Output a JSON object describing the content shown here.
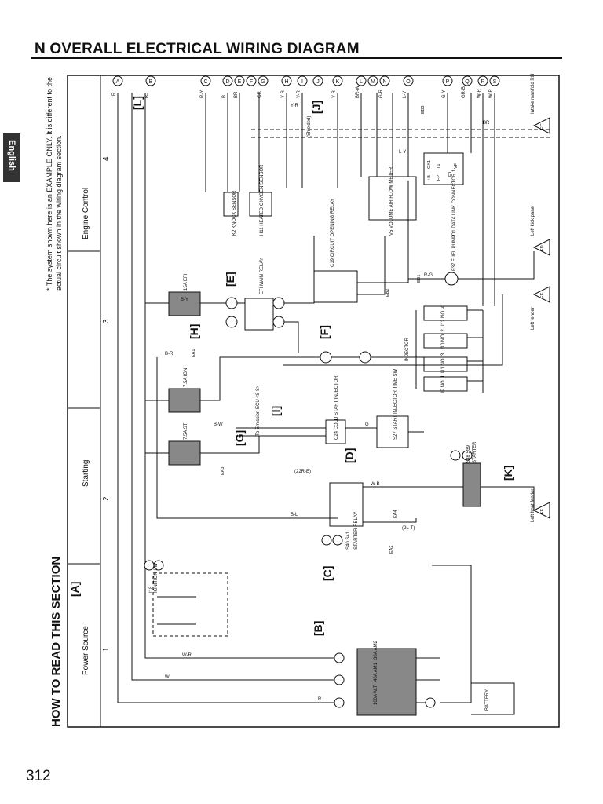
{
  "header": {
    "title": "N  OVERALL ELECTRICAL WIRING DIAGRAM",
    "page_number": "312",
    "language_tab": "English"
  },
  "section": {
    "title": "HOW TO READ THIS SECTION",
    "note_line1": "* The system shown here is an EXAMPLE ONLY. It is different to the",
    "note_line2": "actual circuit shown in the wiring diagram section."
  },
  "system_labels": {
    "power_source": "Power Source",
    "starting": "Starting",
    "engine_control": "Engine Control"
  },
  "grid_numbers": [
    "1",
    "2",
    "3",
    "4"
  ],
  "callouts": [
    "[A]",
    "[B]",
    "[C]",
    "[D]",
    "[E]",
    "[F]",
    "[G]",
    "[H]",
    "[I]",
    "[J]",
    "[K]",
    "[L]"
  ],
  "top_connectors": [
    "A",
    "B",
    "C",
    "D",
    "E",
    "F",
    "G",
    "H",
    "I",
    "J",
    "K",
    "L",
    "M",
    "N",
    "O",
    "P",
    "Q",
    "R",
    "S"
  ],
  "top_wire_colors": [
    "R",
    "B-L",
    "R-Y",
    "B",
    "BR",
    "GR",
    "Y-R",
    "Y-R",
    "Y-R",
    "BR-W",
    "G-R",
    "L-Y",
    "G-Y",
    "GR-B",
    "W-R",
    "W-R"
  ],
  "fuses": [
    {
      "label": "30A AM2"
    },
    {
      "label": "40A AM1"
    },
    {
      "label": "100A ALT"
    },
    {
      "label": "7.5A ST"
    },
    {
      "label": "7.5A IGN"
    },
    {
      "label": "15A EFI"
    }
  ],
  "components": {
    "battery": "BATTERY",
    "ignition_sw": "IGNITION SW",
    "ignition_sw_id": "I18",
    "starter_relay": "STARTER RELAY",
    "starter_relay_ids": "S40  S41",
    "starter": "STARTER",
    "starter_ids": "S38  S39",
    "cold_start": "C24 COLD START INJECTOR",
    "start_time_sw": "S27 START INJECTOR TIME SW",
    "emission_ecu": "To Emission ECU <8-8>",
    "efi_relay": "EFI MAIN RELAY",
    "circuit_relay": "C19 CIRCUIT OPENING RELAY",
    "knock_sensor": "K2 KNOCK SENSOR",
    "oxygen_sensor": "H11 HEATED OXYGEN SENSOR",
    "air_flow_meter": "V5 VOLUME AIR FLOW METER",
    "data_link": "D1 DATA LINK CONNECTOR 1",
    "fuel_pump": "F37 FUEL PUMP",
    "injector": "INJECTOR",
    "shielded": "(Shielded)",
    "intake_manifold": "Intake manifold RH",
    "left_kick_panel": "Left kick panel",
    "left_fender": "Left fender",
    "left_front_fender": "Left front fender"
  },
  "injectors": [
    "I9 NO. 1",
    "I10 NO. 2",
    "I11 NO. 3",
    "I12 NO. 4"
  ],
  "connector_codes": [
    "EA1",
    "EA2",
    "EA3",
    "EA4",
    "EB1",
    "EB2",
    "EB3",
    "EC",
    "ED",
    "EE",
    "EF"
  ],
  "wire_labels": [
    "W-R",
    "W",
    "R",
    "B-W",
    "B-L",
    "B-R",
    "W-B",
    "B-Y",
    "G",
    "L-Y",
    "Y-R",
    "BR",
    "R-G",
    "(2L-T)",
    "(22R-E)"
  ],
  "dlc_pins": [
    "OX1",
    "T1",
    "E1",
    "VF",
    "+B",
    "FP"
  ]
}
